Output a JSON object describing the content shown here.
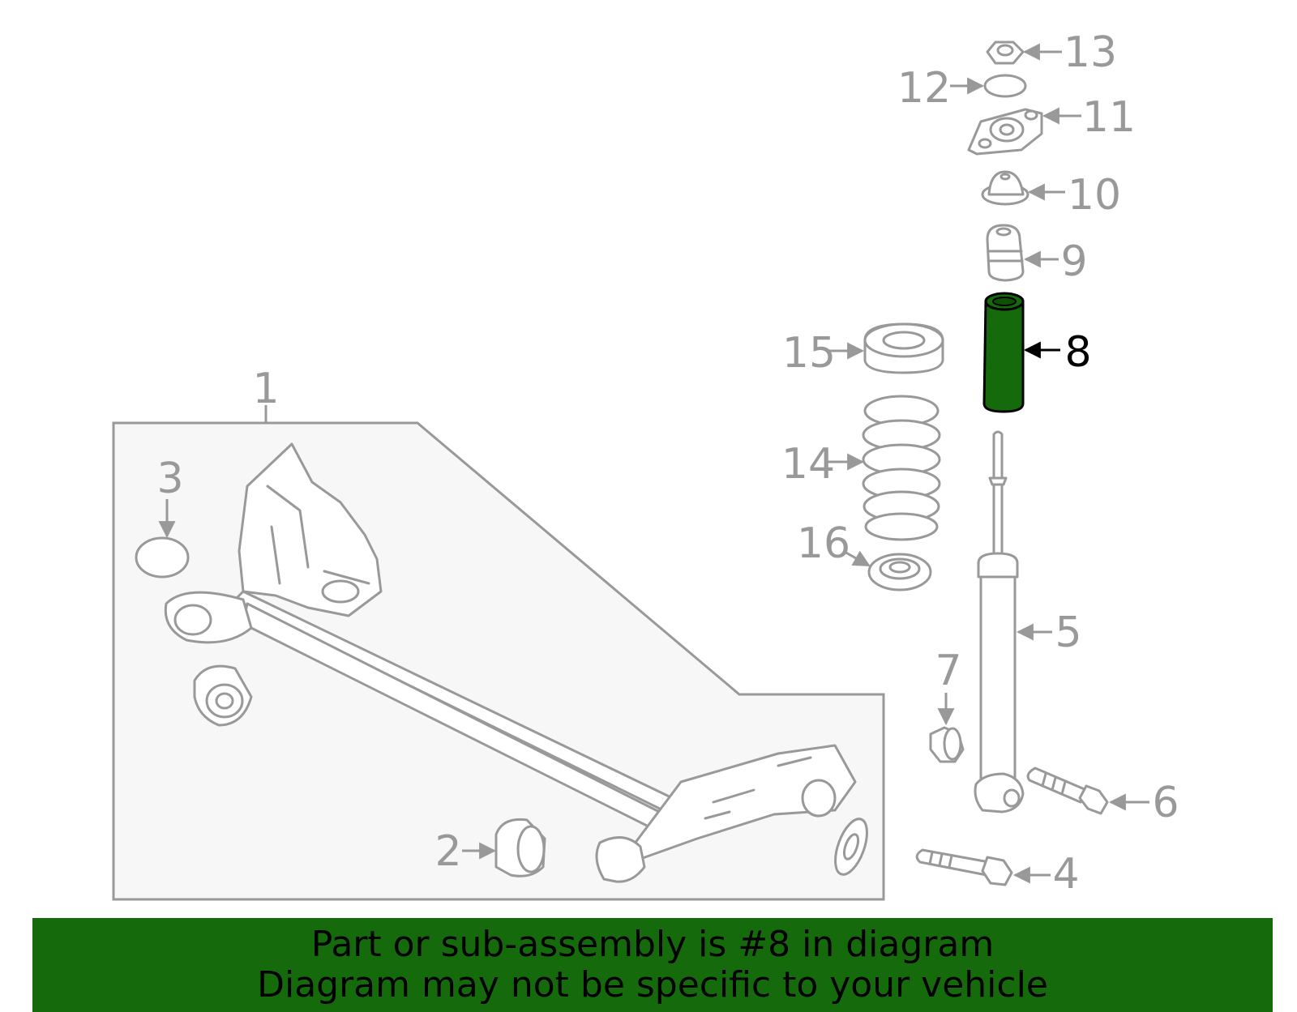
{
  "colors": {
    "highlight_part": "#156b0c",
    "banner_background": "#156b0c",
    "line_gray": "#999999",
    "subassembly_fill": "#f7f7f7"
  },
  "callouts": {
    "c1": "1",
    "c2": "2",
    "c3": "3",
    "c4": "4",
    "c5": "5",
    "c6": "6",
    "c7": "7",
    "c8": "8",
    "c9": "9",
    "c10": "10",
    "c11": "11",
    "c12": "12",
    "c13": "13",
    "c14": "14",
    "c15": "15",
    "c16": "16"
  },
  "highlighted_callout": "8",
  "banner": {
    "line1": "Part or sub-assembly is #8 in diagram",
    "line2": "Diagram may not be specific to your vehicle"
  }
}
